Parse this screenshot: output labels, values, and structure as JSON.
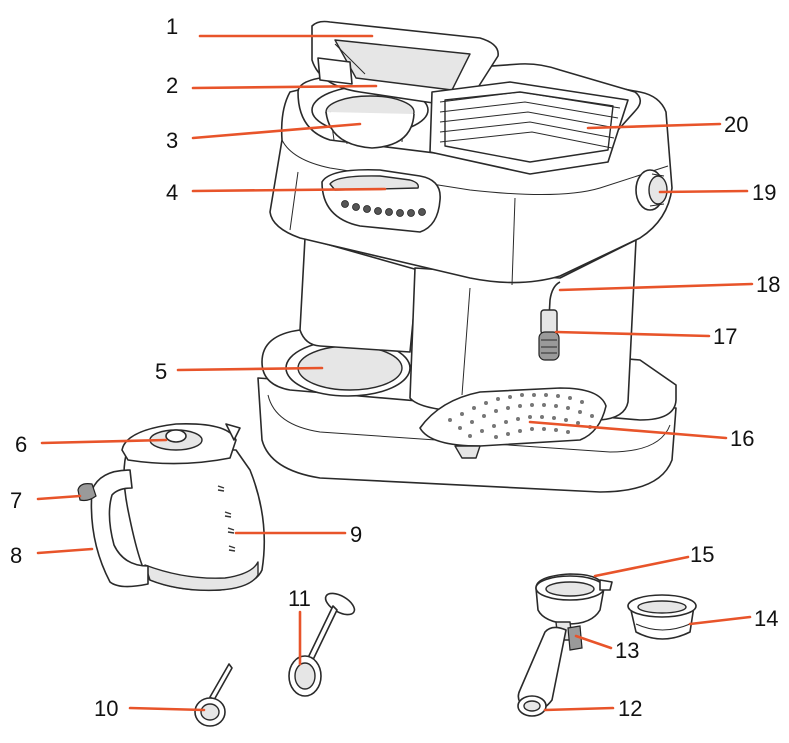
{
  "diagram": {
    "subject": "espresso and drip coffee maker parts diagram",
    "accent_color": "#e8542a",
    "callouts": [
      {
        "id": "1",
        "text": "1"
      },
      {
        "id": "2",
        "text": "2"
      },
      {
        "id": "3",
        "text": "3"
      },
      {
        "id": "4",
        "text": "4"
      },
      {
        "id": "5",
        "text": "5"
      },
      {
        "id": "6",
        "text": "6"
      },
      {
        "id": "7",
        "text": "7"
      },
      {
        "id": "8",
        "text": "8"
      },
      {
        "id": "9",
        "text": "9"
      },
      {
        "id": "10",
        "text": "10"
      },
      {
        "id": "11",
        "text": "11"
      },
      {
        "id": "12",
        "text": "12"
      },
      {
        "id": "13",
        "text": "13"
      },
      {
        "id": "14",
        "text": "14"
      },
      {
        "id": "15",
        "text": "15"
      },
      {
        "id": "16",
        "text": "16"
      },
      {
        "id": "17",
        "text": "17"
      },
      {
        "id": "18",
        "text": "18"
      },
      {
        "id": "19",
        "text": "19"
      },
      {
        "id": "20",
        "text": "20"
      }
    ]
  }
}
